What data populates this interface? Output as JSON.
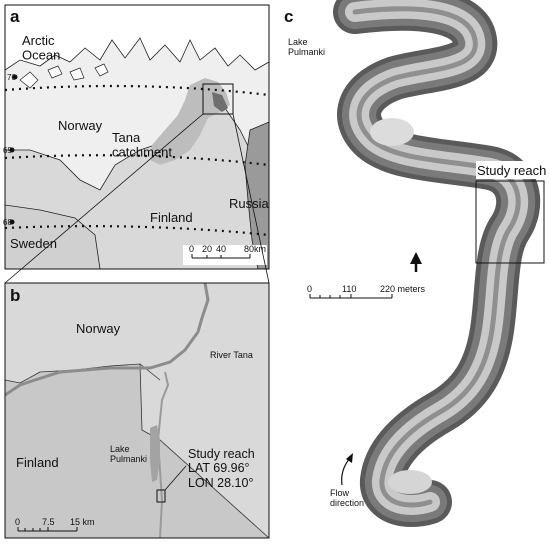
{
  "panel_a": {
    "letter": "a",
    "labels": {
      "ocean": "Arctic\nOcean",
      "norway": "Norway",
      "tana": "Tana\ncatchment",
      "finland": "Finland",
      "russia": "Russia",
      "sweden": "Sweden"
    },
    "latitudes": [
      "70",
      "69",
      "68"
    ],
    "scale": {
      "ticks": [
        "0",
        "20",
        "40",
        "80"
      ],
      "unit": "km"
    }
  },
  "panel_b": {
    "letter": "b",
    "labels": {
      "norway": "Norway",
      "finland": "Finland",
      "river": "River Tana",
      "lake": "Lake\nPulmanki",
      "study_reach": "Study reach",
      "lat": "LAT 69.96°",
      "lon": "LON 28.10°"
    },
    "scale": {
      "ticks": [
        "0",
        "7.5",
        "15 km"
      ]
    }
  },
  "panel_c": {
    "letter": "c",
    "labels": {
      "lake": "Lake\nPulmanki",
      "study_reach": "Study reach",
      "flow": "Flow\ndirection"
    },
    "scale": {
      "ticks": [
        "0",
        "110",
        "220 meters"
      ]
    }
  },
  "colors": {
    "land_dark": "#9a9a9a",
    "land_light": "#d9d9d9",
    "land_pale": "#efefef",
    "water": "#ffffff",
    "river": "#8c8c8c"
  }
}
